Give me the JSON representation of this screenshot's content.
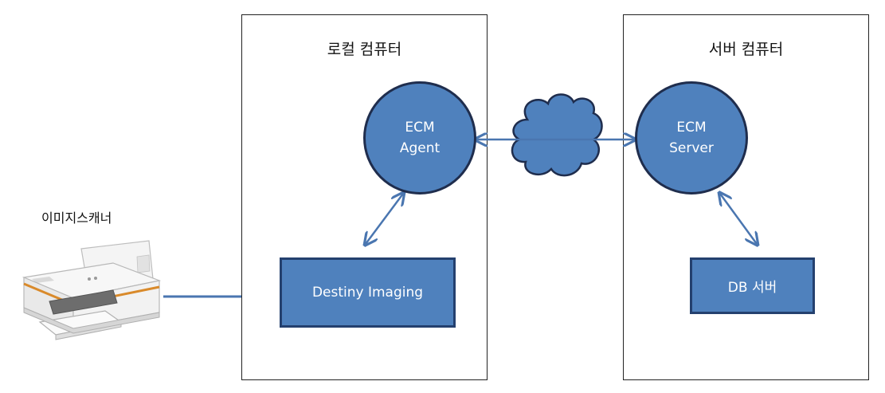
{
  "scanner": {
    "label": "이미지스캐너",
    "icon": "printer-scanner-icon"
  },
  "local_computer": {
    "title": "로컬 컴퓨터",
    "agent_line1": "ECM",
    "agent_line2": "Agent",
    "app_label": "Destiny Imaging"
  },
  "server_computer": {
    "title": "서버 컴퓨터",
    "server_line1": "ECM",
    "server_line2": "Server",
    "db_label": "DB 서버"
  },
  "network": {
    "icon": "cloud-icon"
  },
  "colors": {
    "node_fill": "#4f81bd",
    "node_border": "#1f2d4d",
    "connector": "#4a76b0",
    "cloud_fill": "#4f81bd"
  }
}
